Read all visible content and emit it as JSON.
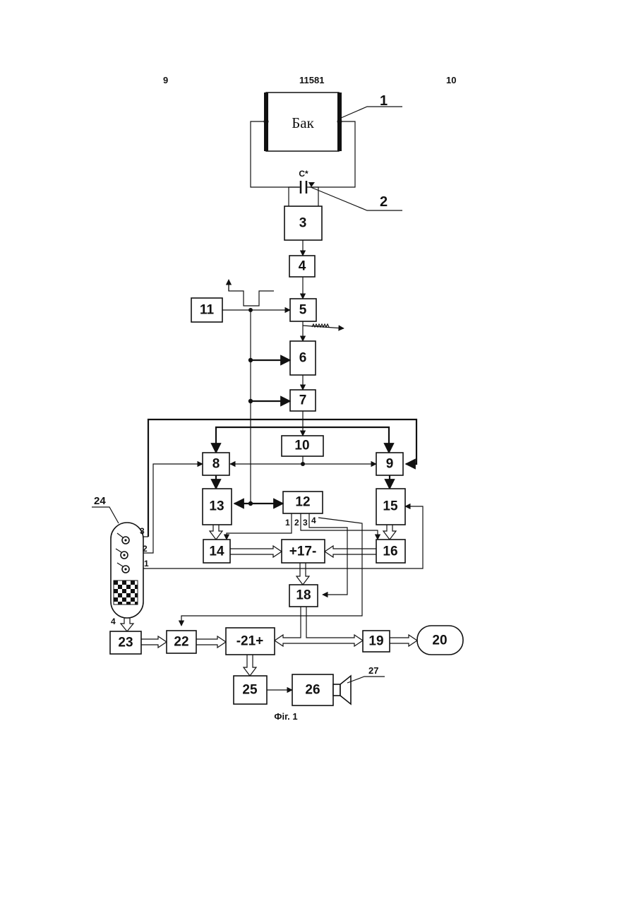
{
  "header": {
    "left": "9",
    "center": "11581",
    "right": "10"
  },
  "tank": {
    "label": "Бак"
  },
  "sensor": {
    "label": "C*"
  },
  "callouts": {
    "tank": "1",
    "capacitor": "2",
    "panel": "24",
    "speaker": "27"
  },
  "blocks": {
    "b3": "3",
    "b4": "4",
    "b5": "5",
    "b6": "6",
    "b7": "7",
    "b8": "8",
    "b9": "9",
    "b10": "10",
    "b11": "11",
    "b12": "12",
    "b13": "13",
    "b14": "14",
    "b15": "15",
    "b16": "16",
    "b17": "+17-",
    "b18": "18",
    "b19": "19",
    "b20": "20",
    "b21": "-21+",
    "b22": "22",
    "b23": "23",
    "b25": "25",
    "b26": "26"
  },
  "ports": {
    "b12": [
      "1",
      "2",
      "3",
      "4"
    ],
    "panel": [
      "3",
      "2",
      "1",
      "4"
    ]
  },
  "caption": "Фіг. 1"
}
